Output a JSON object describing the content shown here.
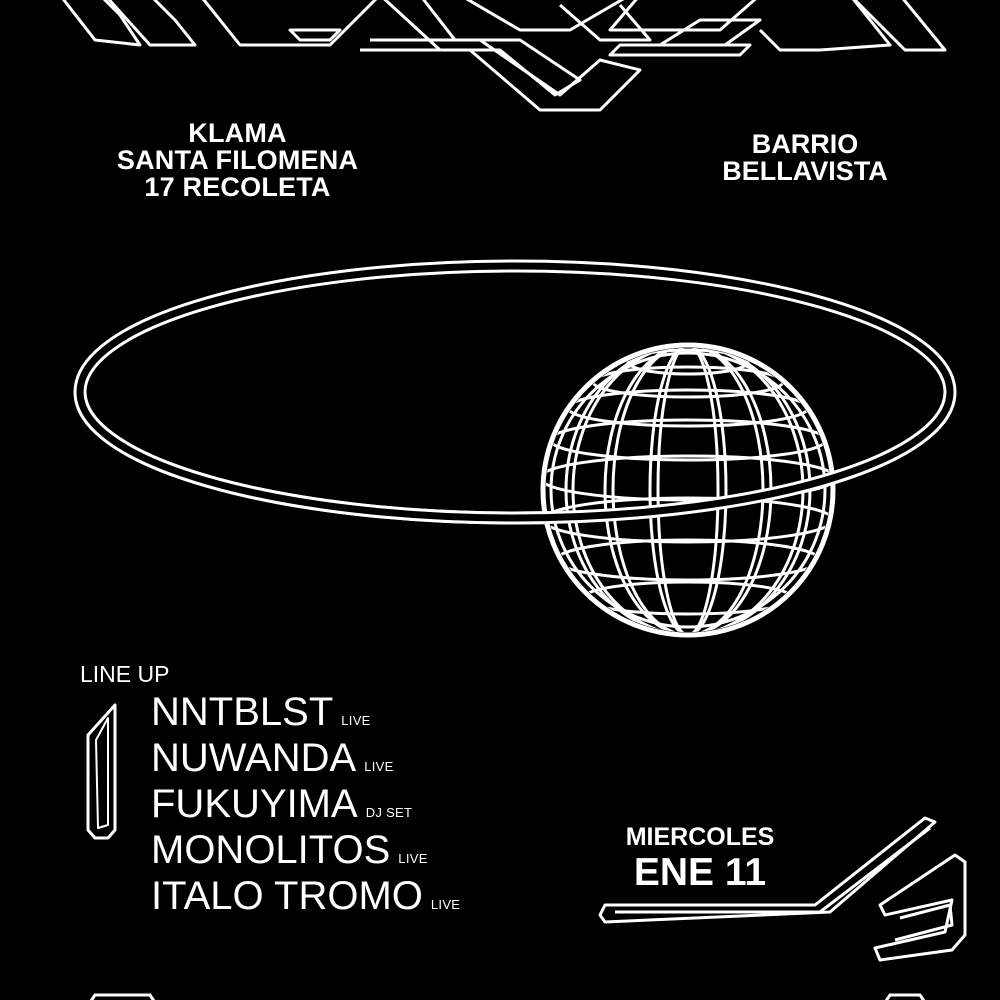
{
  "event": {
    "venue_lines": [
      "KLAMA",
      "SANTA FILOMENA",
      "17 RECOLETA"
    ],
    "district_lines": [
      "BARRIO",
      "BELLAVISTA"
    ]
  },
  "lineup": {
    "heading": "LINE UP",
    "artists": [
      {
        "name": "NNTBLST",
        "tag": "LIVE"
      },
      {
        "name": "NUWANDA",
        "tag": "LIVE"
      },
      {
        "name": "FUKUYIMA",
        "tag": "DJ SET"
      },
      {
        "name": "MONOLITOS",
        "tag": "LIVE"
      },
      {
        "name": "ITALO TROMO",
        "tag": "LIVE"
      }
    ]
  },
  "date": {
    "weekday": "MIERCOLES",
    "day": "ENE 11"
  },
  "colors": {
    "background": "#000000",
    "foreground": "#ffffff"
  },
  "graphics": {
    "top_logo": "outlined-logo-lettering",
    "centerpiece": "wireframe-globe-with-orbit-ring",
    "corner_ornaments": [
      "bracket-left-ornament",
      "angled-stripe-ornament",
      "bottom-edge-ornament"
    ]
  }
}
